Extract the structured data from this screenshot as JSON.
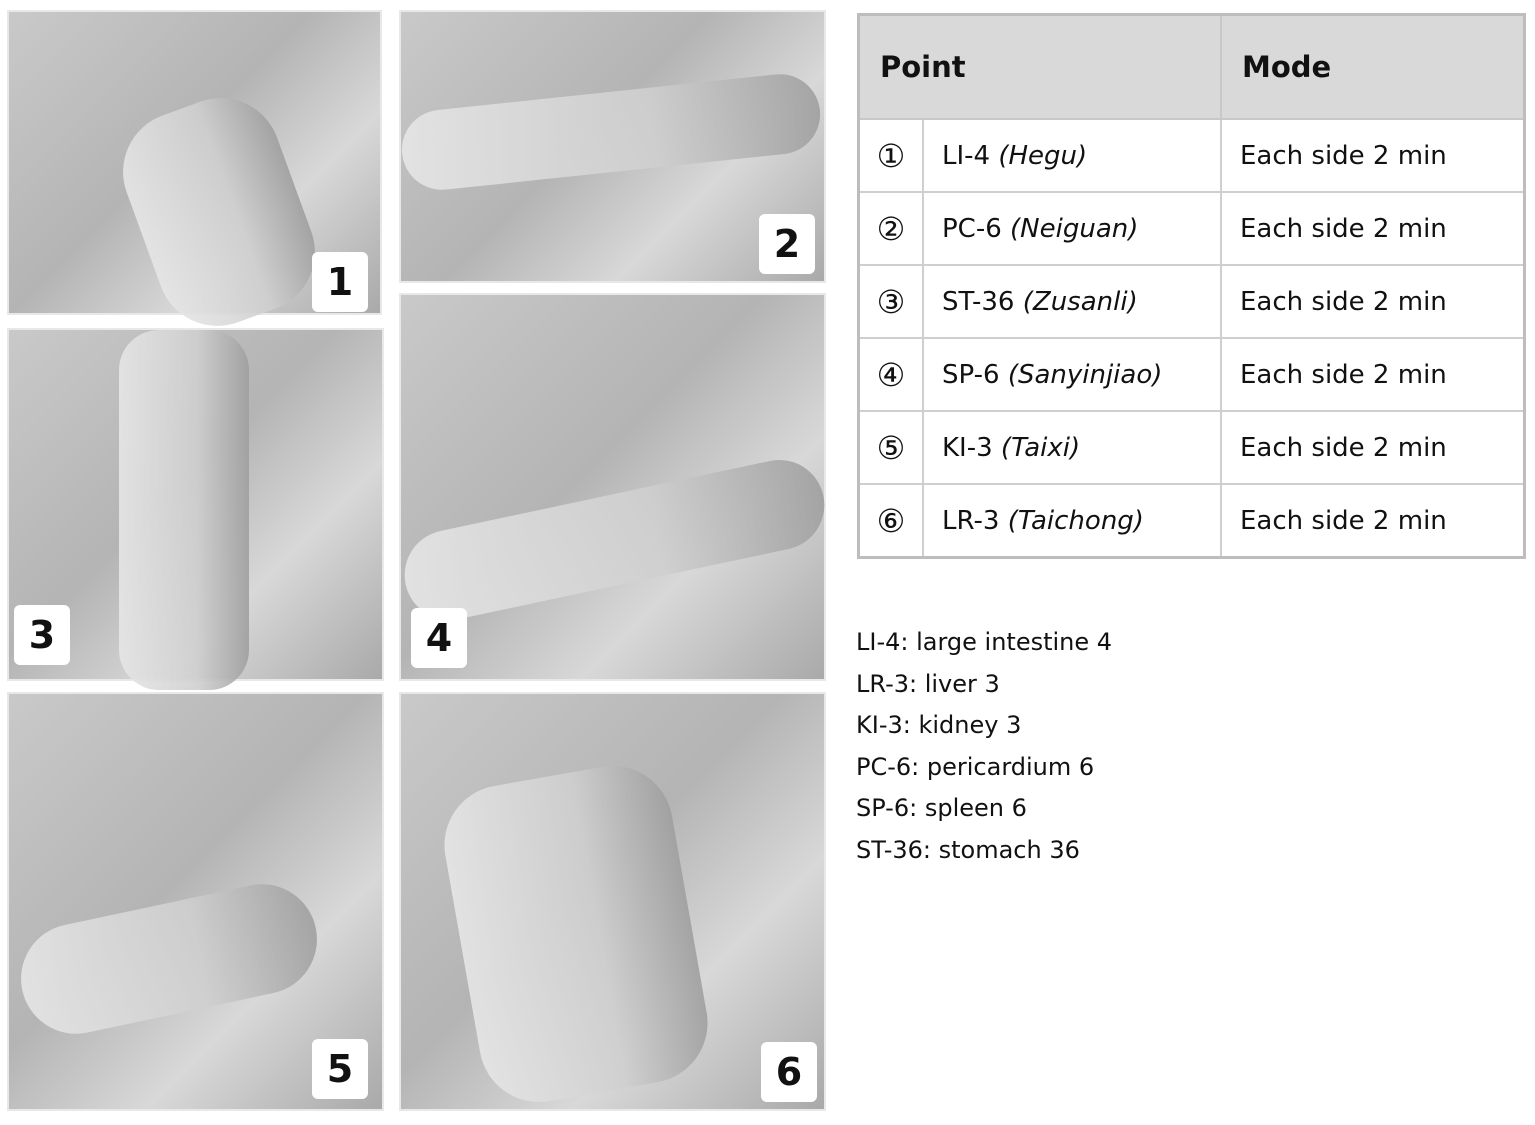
{
  "photos": [
    {
      "label": "1"
    },
    {
      "label": "2"
    },
    {
      "label": "3"
    },
    {
      "label": "4"
    },
    {
      "label": "5"
    },
    {
      "label": "6"
    }
  ],
  "table": {
    "headers": [
      "Point",
      "Mode"
    ],
    "rows": [
      {
        "marker": "①",
        "code": "LI-4",
        "name": "(Hegu)",
        "mode": "Each side 2 min"
      },
      {
        "marker": "②",
        "code": "PC-6",
        "name": "(Neiguan)",
        "mode": "Each side 2 min"
      },
      {
        "marker": "③",
        "code": "ST-36",
        "name": "(Zusanli)",
        "mode": "Each side 2 min"
      },
      {
        "marker": "④",
        "code": "SP-6",
        "name": "(Sanyinjiao)",
        "mode": "Each side 2 min"
      },
      {
        "marker": "⑤",
        "code": "KI-3",
        "name": "(Taixi)",
        "mode": "Each side 2 min"
      },
      {
        "marker": "⑥",
        "code": "LR-3",
        "name": "(Taichong)",
        "mode": "Each side 2 min"
      }
    ]
  },
  "legend": [
    "LI-4: large intestine 4",
    "LR-3: liver 3",
    "KI-3: kidney 3",
    "PC-6: pericardium 6",
    "SP-6: spleen 6",
    "ST-36: stomach 36"
  ]
}
